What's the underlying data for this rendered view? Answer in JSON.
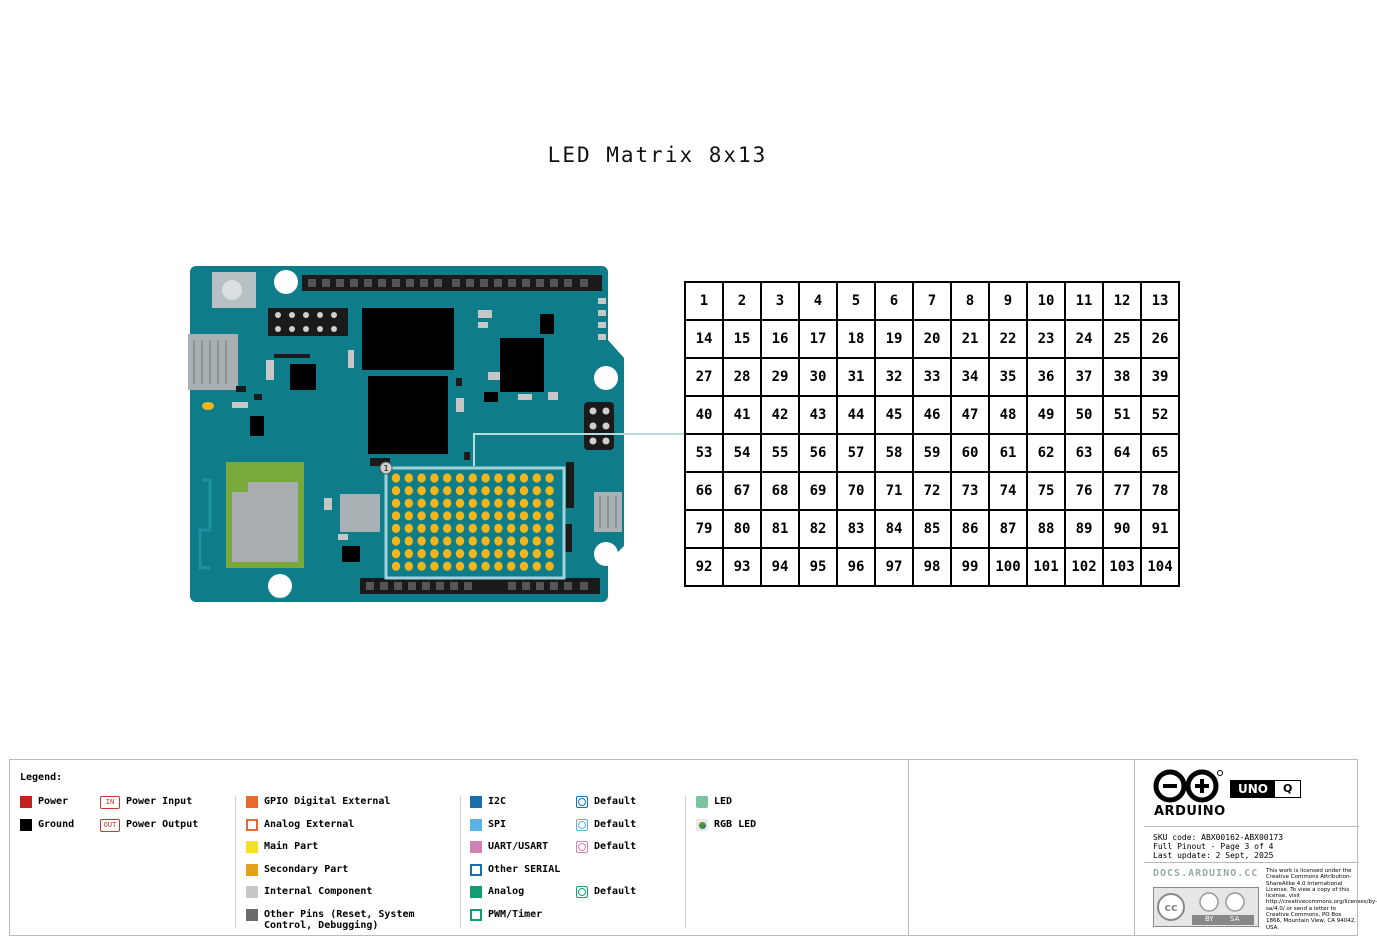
{
  "title": "LED Matrix 8x13",
  "board": {
    "pin_marker": "1",
    "colors": {
      "pcb": "#0f7d89",
      "led": "#f2b51c",
      "chip": "#000000",
      "header": "#1a1a1a"
    }
  },
  "matrix": {
    "rows": 8,
    "cols": 13,
    "cells": [
      "1",
      "2",
      "3",
      "4",
      "5",
      "6",
      "7",
      "8",
      "9",
      "10",
      "11",
      "12",
      "13",
      "14",
      "15",
      "16",
      "17",
      "18",
      "19",
      "20",
      "21",
      "22",
      "23",
      "24",
      "25",
      "26",
      "27",
      "28",
      "29",
      "30",
      "31",
      "32",
      "33",
      "34",
      "35",
      "36",
      "37",
      "38",
      "39",
      "40",
      "41",
      "42",
      "43",
      "44",
      "45",
      "46",
      "47",
      "48",
      "49",
      "50",
      "51",
      "52",
      "53",
      "54",
      "55",
      "56",
      "57",
      "58",
      "59",
      "60",
      "61",
      "62",
      "63",
      "64",
      "65",
      "66",
      "67",
      "68",
      "69",
      "70",
      "71",
      "72",
      "73",
      "74",
      "75",
      "76",
      "77",
      "78",
      "79",
      "80",
      "81",
      "82",
      "83",
      "84",
      "85",
      "86",
      "87",
      "88",
      "89",
      "90",
      "91",
      "92",
      "93",
      "94",
      "95",
      "96",
      "97",
      "98",
      "99",
      "100",
      "101",
      "102",
      "103",
      "104"
    ]
  },
  "legend": {
    "title": "Legend:",
    "power": "Power",
    "ground": "Ground",
    "power_input": "Power Input",
    "power_input_tag": "IN",
    "power_output": "Power Output",
    "power_output_tag": "OUT",
    "gpio_digital_external": "GPIO Digital External",
    "analog_external": "Analog External",
    "main_part": "Main Part",
    "secondary_part": "Secondary Part",
    "internal_component": "Internal Component",
    "other_pins": "Other Pins (Reset, System Control, Debugging)",
    "i2c": "I2C",
    "spi": "SPI",
    "uart": "UART/USART",
    "other_serial": "Other SERIAL",
    "analog": "Analog",
    "pwm_timer": "PWM/Timer",
    "default_1": "Default",
    "default_2": "Default",
    "default_3": "Default",
    "default_4": "Default",
    "led": "LED",
    "rgb_led": "RGB LED",
    "colors": {
      "power": "#c0231c",
      "ground": "#000000",
      "gpio": "#e8692b",
      "main_part": "#f5e02c",
      "secondary_part": "#e3a21a",
      "internal": "#c7c7c7",
      "other_pins": "#6b6b6b",
      "i2c": "#1a6fa9",
      "spi": "#5ab3e2",
      "uart": "#cf82b5",
      "other_serial": "#1a6fa9",
      "analog": "#139c73",
      "led": "#7cc1a1"
    }
  },
  "brand": {
    "name": "ARDUINO",
    "product_a": "UNO",
    "product_b": "Q",
    "sku": "SKU code: ABX00162-ABX00173",
    "page": "Full Pinout - Page 3 of 4",
    "update": "Last update: 2 Sept, 2025",
    "docs": "DOCS.ARDUINO.CC",
    "license": "This work is licensed under the Creative Commons Attribution-ShareAlike 4.0 International License. To view a copy of this license, visit http://creativecommons.org/licenses/by-sa/4.0/ or send a letter to Creative Commons, PO Box 1866, Mountain View, CA 94042, USA.",
    "cc_by": "BY",
    "cc_sa": "SA"
  }
}
